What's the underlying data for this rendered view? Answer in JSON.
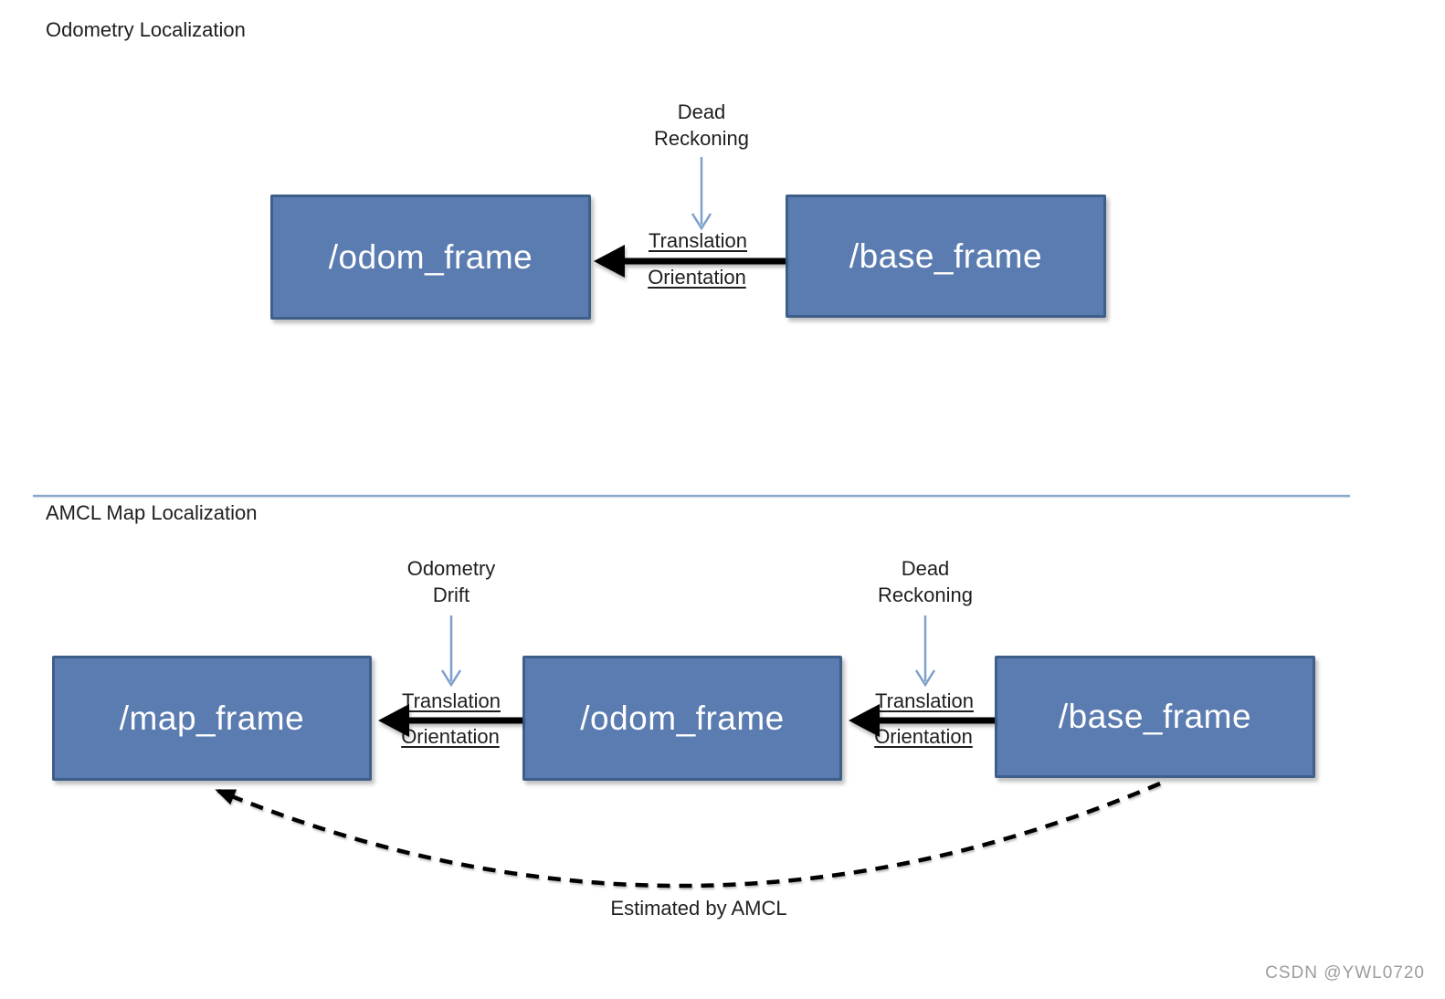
{
  "colors": {
    "box_fill": "#5b7cb1",
    "box_border": "#3e5f8a",
    "box_text": "#ffffff",
    "thick_arrow": "#000000",
    "thin_arrow": "#7da0cc",
    "divider": "#8ba7c9",
    "text": "#1f1f1f",
    "watermark_text": "#9c9c9c"
  },
  "diagram1": {
    "title": "Odometry Localization",
    "box_odom": "/odom_frame",
    "box_base": "/base_frame",
    "annotation_line1": "Dead",
    "annotation_line2": "Reckoning",
    "arrow_label_top": "Translation",
    "arrow_label_bottom": "Orientation"
  },
  "diagram2": {
    "title": "AMCL Map Localization",
    "box_map": "/map_frame",
    "box_odom": "/odom_frame",
    "box_base": "/base_frame",
    "annotation_left_line1": "Odometry",
    "annotation_left_line2": "Drift",
    "annotation_right_line1": "Dead",
    "annotation_right_line2": "Reckoning",
    "arrow_left_label_top": "Translation",
    "arrow_left_label_bottom": "Orientation",
    "arrow_right_label_top": "Translation",
    "arrow_right_label_bottom": "Orientation",
    "dashed_label": "Estimated by AMCL"
  },
  "watermark": "CSDN @YWL0720"
}
